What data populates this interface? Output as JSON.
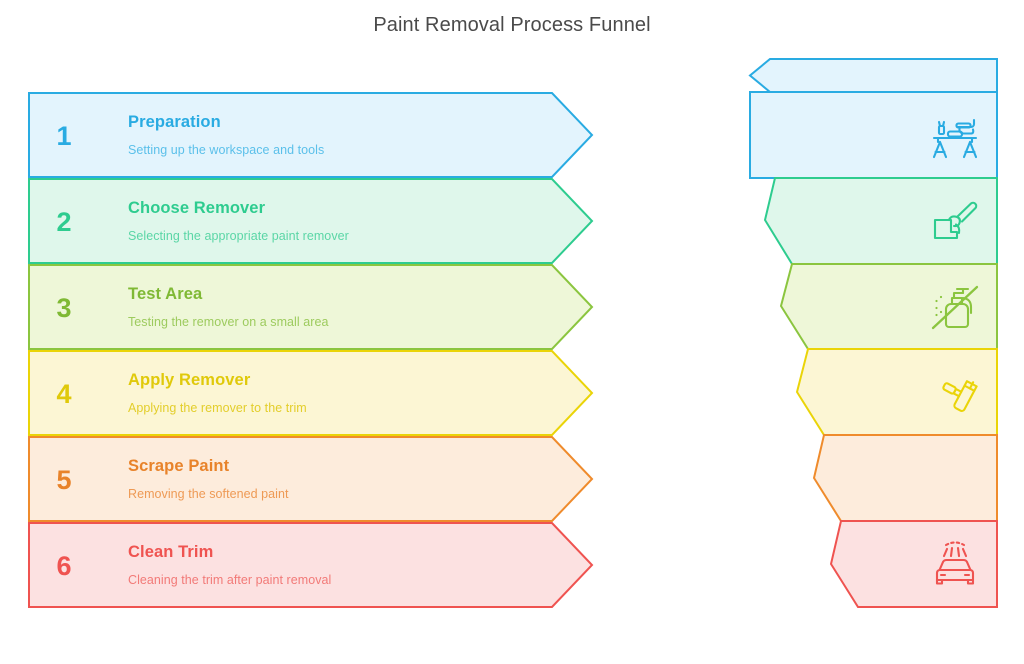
{
  "page": {
    "title": "Paint Removal Process Funnel",
    "background_color": "#ffffff"
  },
  "palette": {
    "step1_stroke": "#29ABE2",
    "step1_fill": "#E3F4FD",
    "step2_stroke": "#2ECC8F",
    "step2_fill": "#DFF7EB",
    "step3_stroke": "#8BC53F",
    "step3_fill": "#EEF7D8",
    "step4_stroke": "#EAD408",
    "step4_fill": "#FCF6D4",
    "step5_stroke": "#EF8B2C",
    "step5_fill": "#FDECDC",
    "step6_stroke": "#EF5350",
    "step6_fill": "#FCE1E1"
  },
  "steps": [
    {
      "number": "1",
      "title": "Preparation",
      "description": "Setting up the workspace and tools",
      "stroke": "#29ABE2",
      "fill": "#E3F4FD",
      "icon": "workbench-lamp-icon",
      "has_icon": true
    },
    {
      "number": "2",
      "title": "Choose Remover",
      "description": "Selecting the appropriate paint remover",
      "stroke": "#2ECC8F",
      "fill": "#DFF7EB",
      "icon": "paintbrush-bucket-icon",
      "has_icon": true
    },
    {
      "number": "3",
      "title": "Test Area",
      "description": "Testing the remover on a small area",
      "stroke": "#8BC53F",
      "fill": "#EEF7D8",
      "icon": "spray-bottle-test-icon",
      "has_icon": true
    },
    {
      "number": "4",
      "title": "Apply Remover",
      "description": "Applying the remover to the trim",
      "stroke": "#EAD408",
      "fill": "#FCF6D4",
      "icon": "paint-roller-tool-icon",
      "has_icon": true
    },
    {
      "number": "5",
      "title": "Scrape Paint",
      "description": "Removing the softened paint",
      "stroke": "#EF8B2C",
      "fill": "#FDECDC",
      "icon": "scraper-icon",
      "has_icon": false
    },
    {
      "number": "6",
      "title": "Clean Trim",
      "description": "Cleaning the trim after paint removal",
      "stroke": "#EF5350",
      "fill": "#FCE1E1",
      "icon": "car-wash-icon",
      "has_icon": true
    }
  ],
  "funnel": {
    "label": "Paint removal funnel diagram",
    "band_count": 7,
    "bands": [
      {
        "name": "funnel-cap",
        "stroke": "#29ABE2",
        "fill": "#E3F4FD",
        "step_index": 0
      },
      {
        "name": "funnel-band-1",
        "stroke": "#29ABE2",
        "fill": "#E3F4FD",
        "step_index": 0
      },
      {
        "name": "funnel-band-2",
        "stroke": "#2ECC8F",
        "fill": "#DFF7EB",
        "step_index": 1
      },
      {
        "name": "funnel-band-3",
        "stroke": "#8BC53F",
        "fill": "#EEF7D8",
        "step_index": 2
      },
      {
        "name": "funnel-band-4",
        "stroke": "#EAD408",
        "fill": "#FCF6D4",
        "step_index": 3
      },
      {
        "name": "funnel-band-5",
        "stroke": "#EF8B2C",
        "fill": "#FDECDC",
        "step_index": 4
      },
      {
        "name": "funnel-band-6",
        "stroke": "#EF5350",
        "fill": "#FCE1E1",
        "step_index": 5
      }
    ]
  }
}
